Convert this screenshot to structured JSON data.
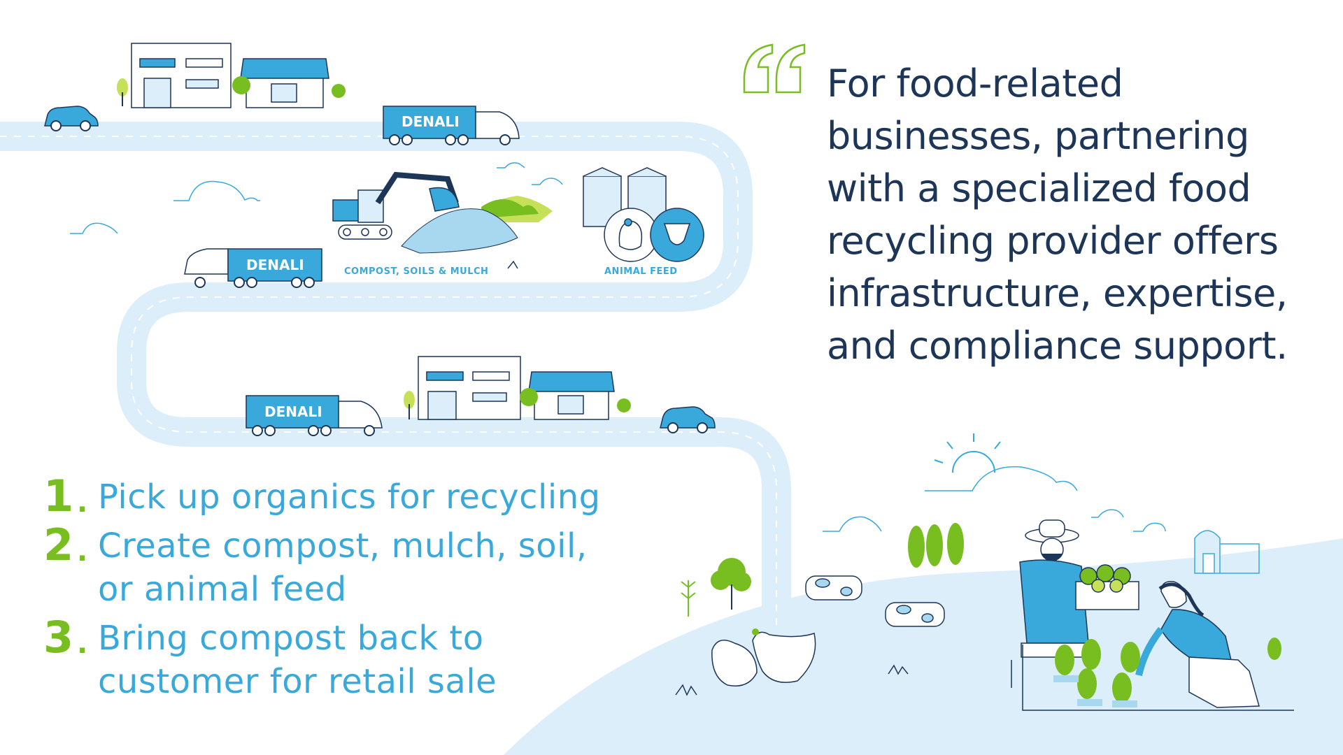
{
  "quote": {
    "lines": [
      "For food-related",
      "businesses, partnering",
      "with a specialized food",
      "recycling provider offers",
      "infrastructure, expertise,",
      "and compliance support."
    ]
  },
  "steps": [
    {
      "number": "1",
      "lines": [
        "Pick up organics for recycling"
      ]
    },
    {
      "number": "2",
      "lines": [
        "Create compost, mulch, soil,",
        "or animal feed"
      ]
    },
    {
      "number": "3",
      "lines": [
        "Bring compost back to",
        "customer for retail sale"
      ]
    }
  ],
  "trucks": {
    "label": "DENALI"
  },
  "labels": {
    "compost": "COMPOST, SOILS & MULCH",
    "animal_feed": "ANIMAL FEED"
  },
  "colors": {
    "navy": "#1d3557",
    "blue": "#39a9dc",
    "light_blue": "#dceefa",
    "green": "#78be20"
  }
}
